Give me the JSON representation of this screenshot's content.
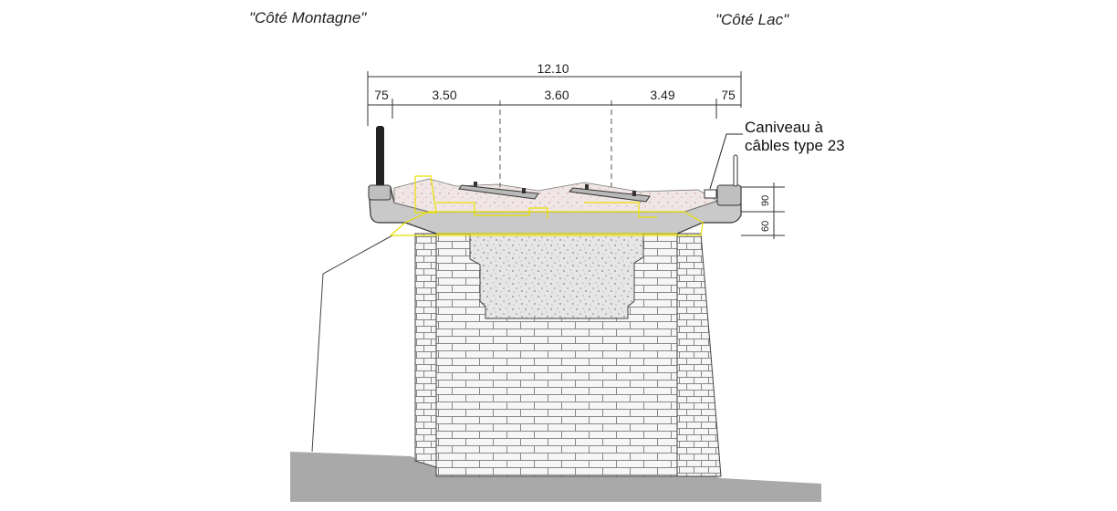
{
  "sides": {
    "left": "\"Côté Montagne\"",
    "right": "\"Côté Lac\""
  },
  "dimensions": {
    "total": "12.10",
    "segments": [
      "75",
      "3.50",
      "3.60",
      "3.49",
      "75"
    ],
    "vertical": [
      "90",
      "60"
    ]
  },
  "annotation": {
    "line1": "Caniveau à",
    "line2": "câbles type 23"
  },
  "colors": {
    "ground": "#a9a9a9",
    "slab": "#c9c9c9",
    "ballast": "#efe3e3",
    "masonry": "#f4f4f4",
    "fill": "#e3e3e3",
    "highlight": "#e8e000"
  }
}
